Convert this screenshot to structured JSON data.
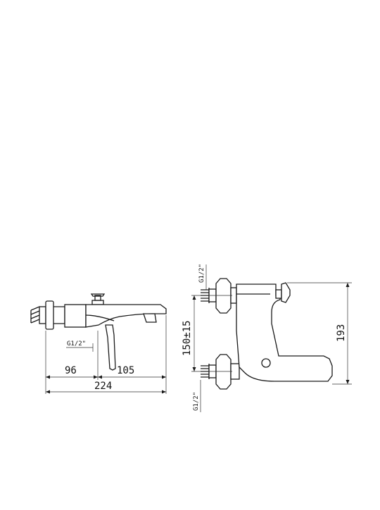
{
  "drawing": {
    "front_view": {
      "thread_label": "G1/2\"",
      "dim_left": "96",
      "dim_right": "105",
      "dim_total": "224"
    },
    "side_view": {
      "thread_label_top": "G1/2\"",
      "thread_label_bottom": "G1/2\"",
      "dim_center_distance": "150±15",
      "dim_height": "193"
    }
  }
}
